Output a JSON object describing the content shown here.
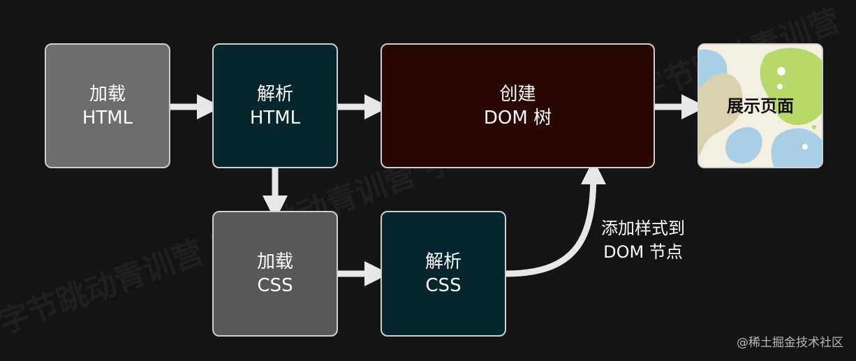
{
  "watermark": "字节跳动青训营  字节跳动青训营  字节跳动青训营  字节跳动青训营",
  "nodes": {
    "load_html": {
      "line1": "加载",
      "line2": "HTML"
    },
    "parse_html": {
      "line1": "解析",
      "line2": "HTML"
    },
    "create_dom": {
      "line1": "创建",
      "line2": "DOM 树"
    },
    "show_page": {
      "label": "展示页面"
    },
    "load_css": {
      "line1": "加载",
      "line2": "CSS"
    },
    "parse_css": {
      "line1": "解析",
      "line2": "CSS"
    }
  },
  "edge_label": {
    "line1": "添加样式到",
    "line2": "DOM 节点"
  },
  "credit": "@稀土掘金技术社区",
  "colors": {
    "background": "#141414",
    "connector": "#e8e8e8",
    "load_box": "#6d6d6d",
    "parse_box": "#06262e",
    "dom_box": "#2b0702"
  }
}
